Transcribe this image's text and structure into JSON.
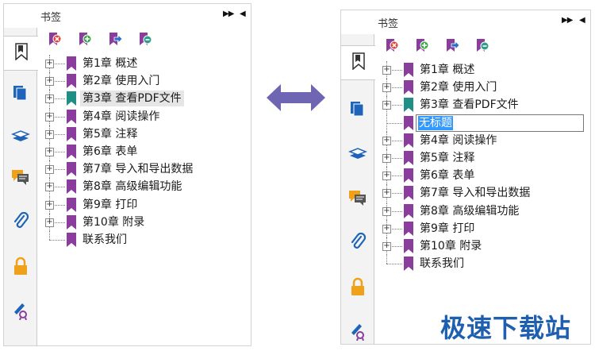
{
  "left_panel": {
    "title": "书签",
    "items": [
      {
        "label": "第1章 概述",
        "expandable": true,
        "icon": "purple"
      },
      {
        "label": "第2章 使用入门",
        "expandable": true,
        "icon": "purple"
      },
      {
        "label": "第3章 查看PDF文件",
        "expandable": true,
        "icon": "teal",
        "selected": true
      },
      {
        "label": "第4章 阅读操作",
        "expandable": true,
        "icon": "purple"
      },
      {
        "label": "第5章 注释",
        "expandable": true,
        "icon": "purple"
      },
      {
        "label": "第6章 表单",
        "expandable": true,
        "icon": "purple"
      },
      {
        "label": "第7章 导入和导出数据",
        "expandable": true,
        "icon": "purple"
      },
      {
        "label": "第8章 高级编辑功能",
        "expandable": true,
        "icon": "purple"
      },
      {
        "label": "第9章 打印",
        "expandable": true,
        "icon": "purple"
      },
      {
        "label": "第10章 附录",
        "expandable": true,
        "icon": "purple"
      },
      {
        "label": "联系我们",
        "expandable": false,
        "icon": "purple"
      }
    ]
  },
  "right_panel": {
    "title": "书签",
    "items": [
      {
        "label": "第1章 概述",
        "expandable": true,
        "icon": "purple"
      },
      {
        "label": "第2章 使用入门",
        "expandable": true,
        "icon": "purple"
      },
      {
        "label": "第3章 查看PDF文件",
        "expandable": true,
        "icon": "teal"
      },
      {
        "label": "无标题",
        "expandable": false,
        "icon": "purple",
        "editing": true
      },
      {
        "label": "第4章 阅读操作",
        "expandable": true,
        "icon": "purple"
      },
      {
        "label": "第5章 注释",
        "expandable": true,
        "icon": "purple"
      },
      {
        "label": "第6章 表单",
        "expandable": true,
        "icon": "purple"
      },
      {
        "label": "第7章 导入和导出数据",
        "expandable": true,
        "icon": "purple"
      },
      {
        "label": "第8章 高级编辑功能",
        "expandable": true,
        "icon": "purple"
      },
      {
        "label": "第9章 打印",
        "expandable": true,
        "icon": "purple"
      },
      {
        "label": "第10章 附录",
        "expandable": true,
        "icon": "purple"
      },
      {
        "label": "联系我们",
        "expandable": false,
        "icon": "purple"
      }
    ]
  },
  "toolbar_icons": [
    "delete-bookmark-icon",
    "add-bookmark-icon",
    "move-bookmark-icon",
    "bookmark-properties-icon"
  ],
  "rail_icons": [
    "bookmark-panel-icon",
    "pages-panel-icon",
    "layers-panel-icon",
    "comments-panel-icon",
    "attachments-panel-icon",
    "security-panel-icon",
    "signatures-panel-icon"
  ],
  "watermark": "极速下载站",
  "colors": {
    "bookmark_purple": "#8a3d9c",
    "bookmark_teal": "#1f8f86",
    "arrow": "#6f66b3",
    "rail_blue": "#1e64b8",
    "rail_orange": "#f0a11a",
    "edit_highlight": "#3399ff"
  }
}
